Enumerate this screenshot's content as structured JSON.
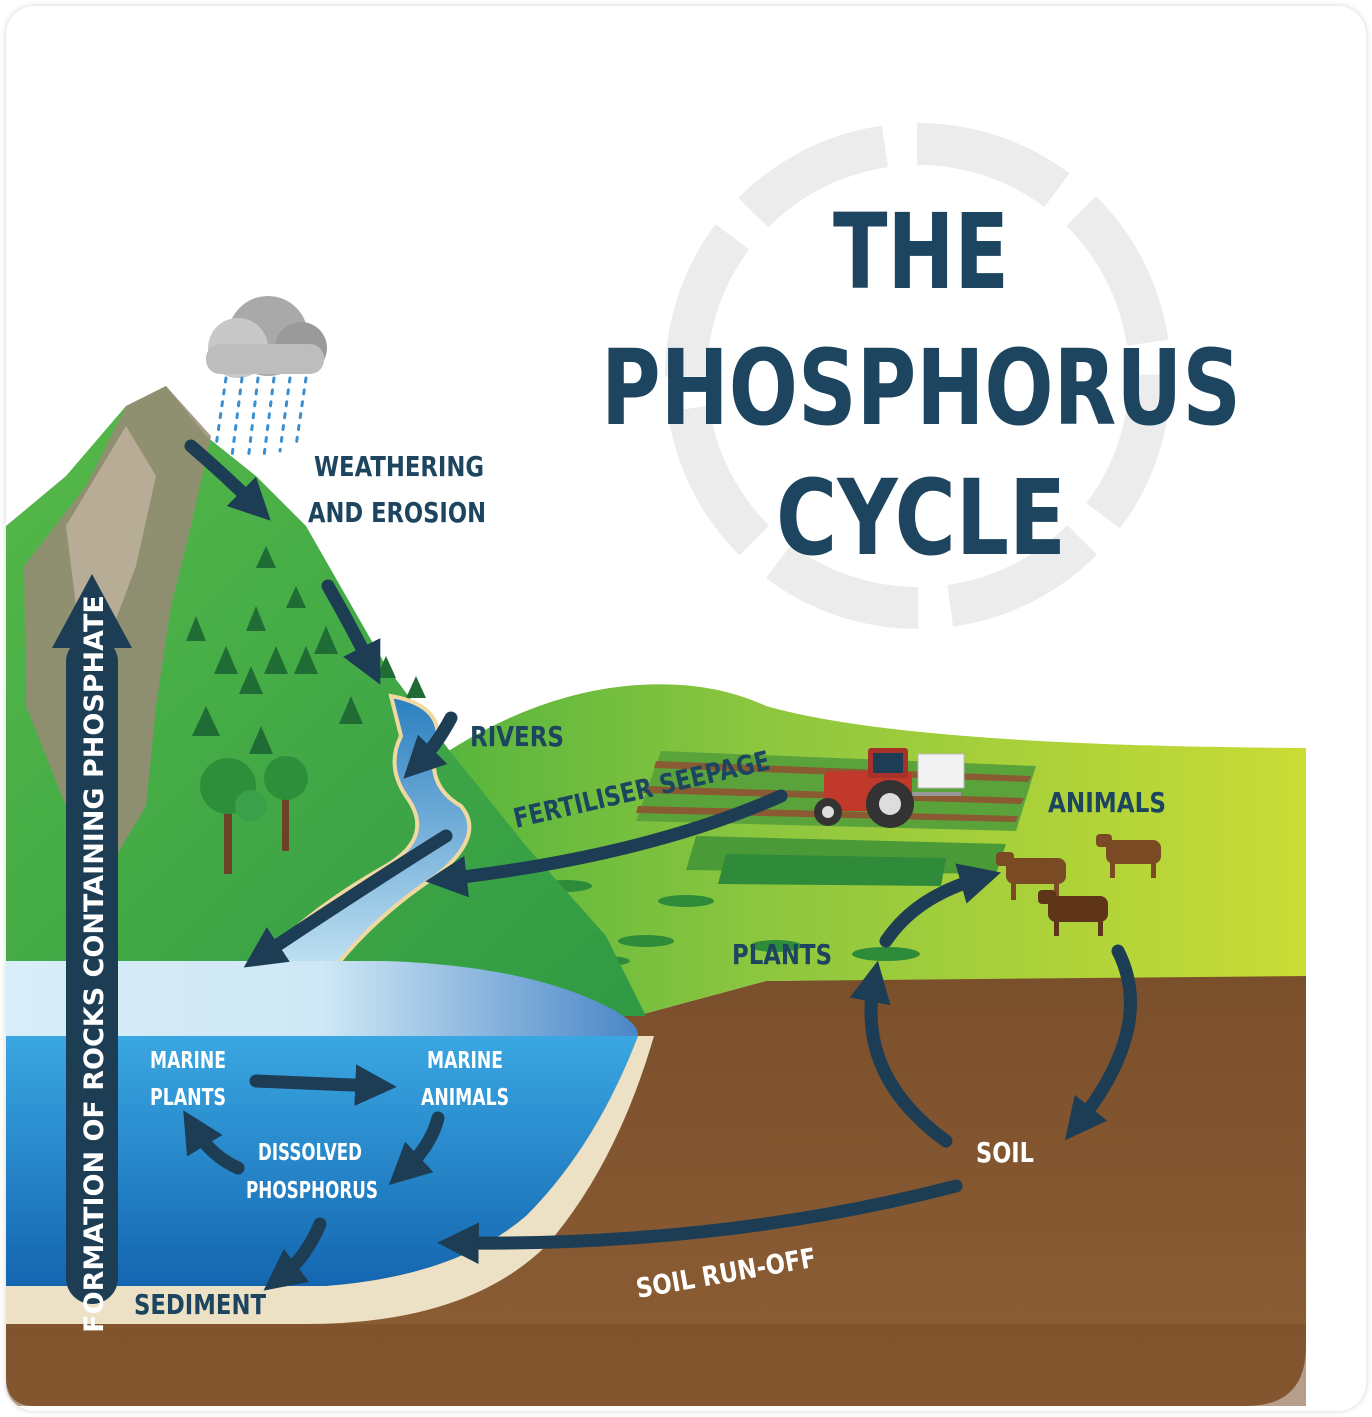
{
  "title": {
    "line1": "THE",
    "line2": "PHOSPHORUS",
    "line3": "CYCLE"
  },
  "labels": {
    "weathering_line1": "WEATHERING",
    "weathering_line2": "AND EROSION",
    "rivers": "RIVERS",
    "fertiliser": "FERTILISER SEEPAGE",
    "animals": "ANIMALS",
    "plants": "PLANTS",
    "marine_plants_line1": "MARINE",
    "marine_plants_line2": "PLANTS",
    "marine_animals_line1": "MARINE",
    "marine_animals_line2": "ANIMALS",
    "dissolved_line1": "DISSOLVED",
    "dissolved_line2": "PHOSPHORUS",
    "soil": "SOIL",
    "soil_runoff": "SOIL RUN-OFF",
    "sediment": "SEDIMENT",
    "formation": "FORMATION OF ROCKS CONTAINING PHOSPHATE"
  },
  "colors": {
    "title": "#1d4560",
    "arrow": "#1d3d55",
    "label_dark": "#1d4560",
    "label_light": "#ffffff",
    "soil": "#8a5a32",
    "water": "#2a8fd0",
    "grass": "#5cb84a",
    "field": "#b8d43a"
  }
}
